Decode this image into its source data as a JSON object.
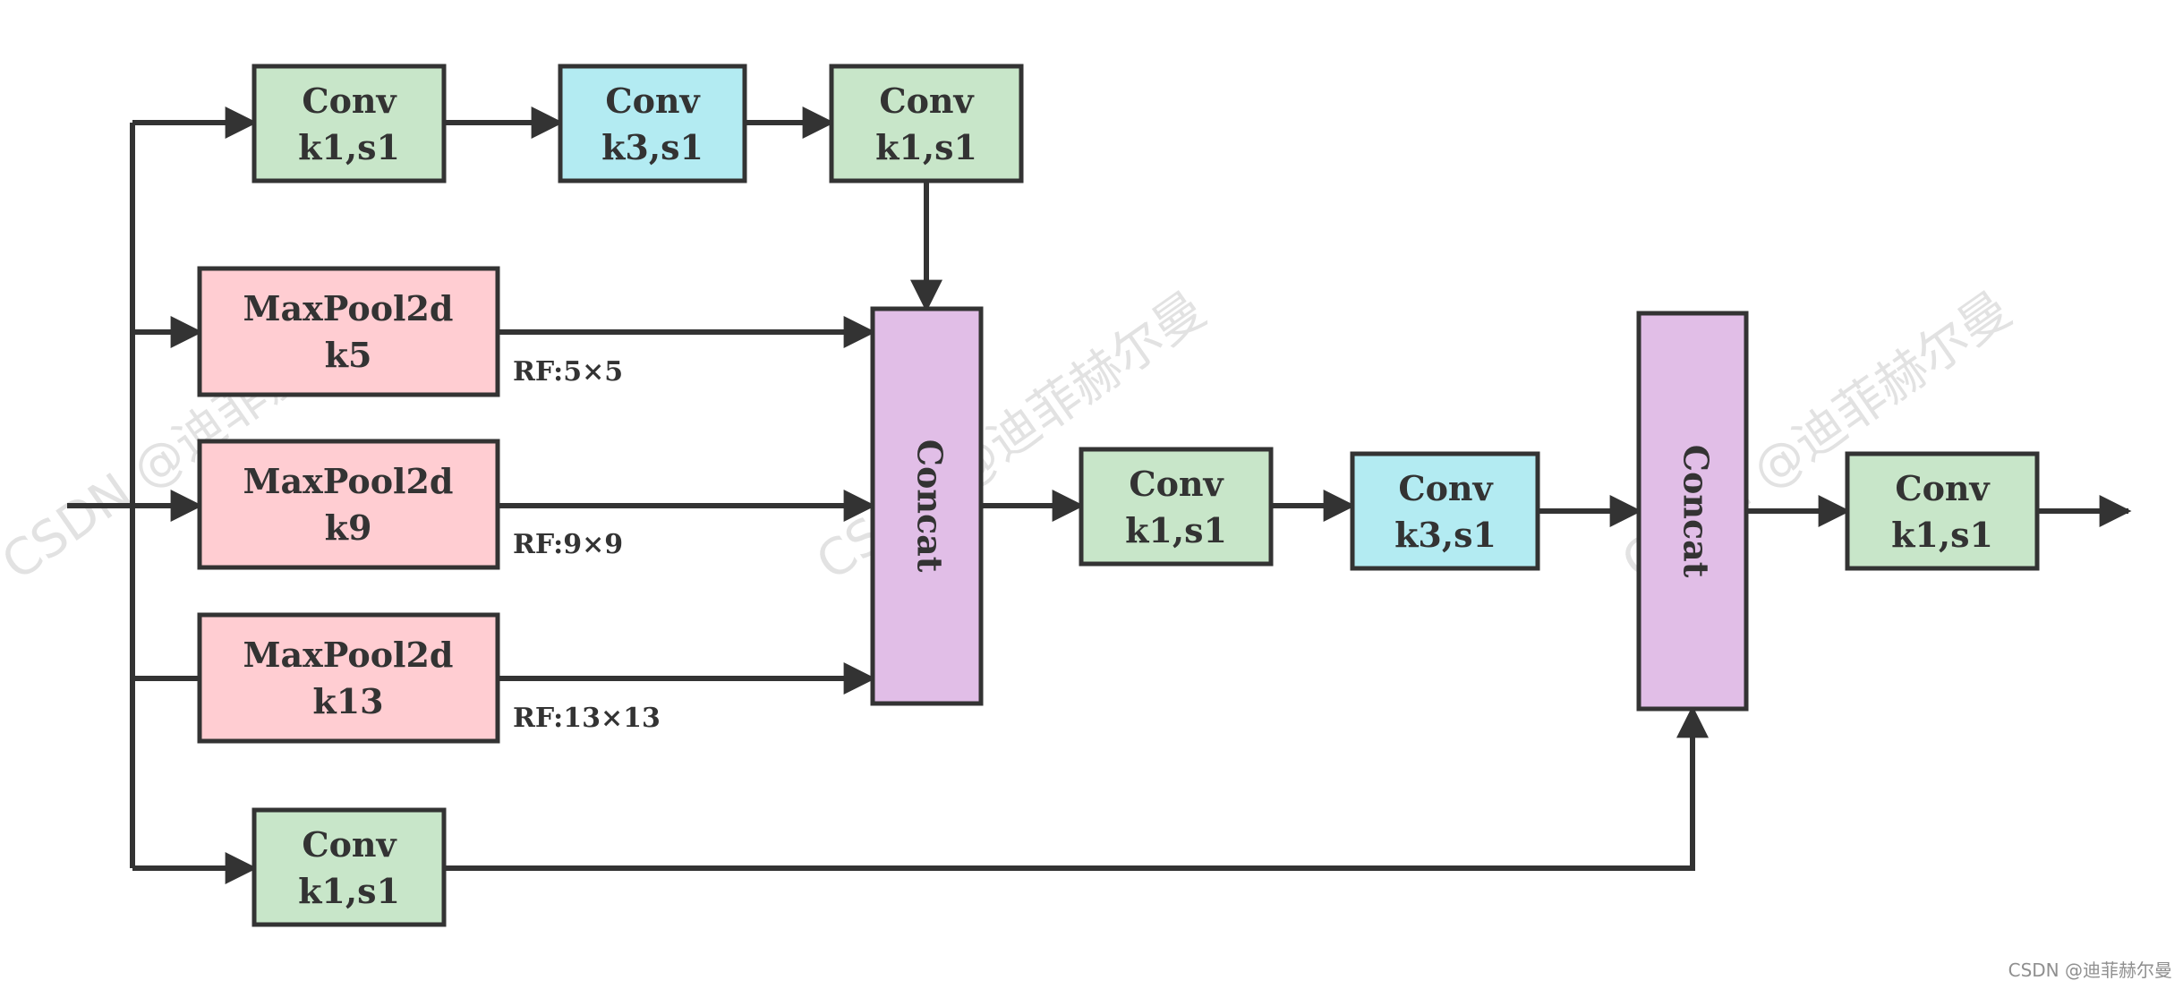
{
  "watermark": "CSDN @迪菲赫尔曼",
  "nodes": {
    "conv_top_1": {
      "line1": "Conv",
      "line2": "k1,s1"
    },
    "conv_top_2": {
      "line1": "Conv",
      "line2": "k3,s1"
    },
    "conv_top_3": {
      "line1": "Conv",
      "line2": "k1,s1"
    },
    "maxpool_k5": {
      "line1": "MaxPool2d",
      "line2": "k5"
    },
    "maxpool_k9": {
      "line1": "MaxPool2d",
      "line2": "k9"
    },
    "maxpool_k13": {
      "line1": "MaxPool2d",
      "line2": "k13"
    },
    "conv_bottom": {
      "line1": "Conv",
      "line2": "k1,s1"
    },
    "concat_1": {
      "label": "Concat"
    },
    "conv_mid_1": {
      "line1": "Conv",
      "line2": "k1,s1"
    },
    "conv_mid_2": {
      "line1": "Conv",
      "line2": "k3,s1"
    },
    "concat_2": {
      "label": "Concat"
    },
    "conv_out": {
      "line1": "Conv",
      "line2": "k1,s1"
    }
  },
  "rf_labels": {
    "k5": "RF:5×5",
    "k9": "RF:9×9",
    "k13": "RF:13×13"
  },
  "colors": {
    "conv_k1": "#c8e6c9",
    "conv_k3": "#b3ebf2",
    "maxpool": "#ffcdd2",
    "concat": "#e1bee7",
    "stroke": "#333333"
  }
}
